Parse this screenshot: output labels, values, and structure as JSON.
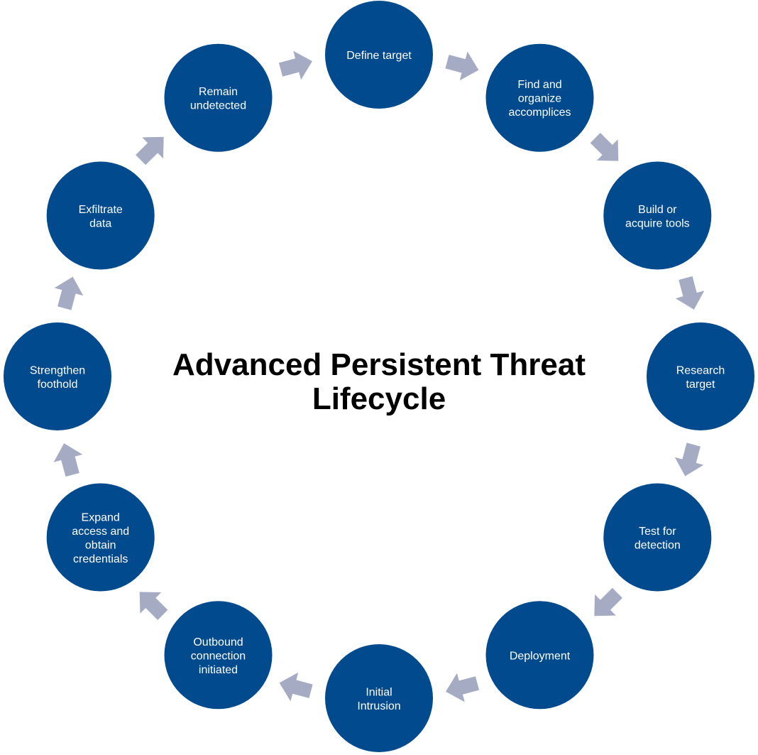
{
  "title": {
    "line1": "Advanced Persistent Threat",
    "line2": "Lifecycle"
  },
  "colors": {
    "node_fill": "#004a8d",
    "node_text": "#ffffff",
    "arrow": "#a5abc2",
    "title": "#000000"
  },
  "steps": [
    {
      "id": "define-target",
      "lines": [
        "Define target"
      ]
    },
    {
      "id": "find-accomplices",
      "lines": [
        "Find and",
        "organize",
        "accomplices"
      ]
    },
    {
      "id": "build-tools",
      "lines": [
        "Build or",
        "acquire tools"
      ]
    },
    {
      "id": "research-target",
      "lines": [
        "Research",
        "target"
      ]
    },
    {
      "id": "test-detection",
      "lines": [
        "Test for",
        "detection"
      ]
    },
    {
      "id": "deployment",
      "lines": [
        "Deployment"
      ]
    },
    {
      "id": "initial-intrusion",
      "lines": [
        "Initial",
        "Intrusion"
      ]
    },
    {
      "id": "outbound-connection",
      "lines": [
        "Outbound",
        "connection",
        "initiated"
      ]
    },
    {
      "id": "expand-access",
      "lines": [
        "Expand",
        "access and",
        "obtain",
        "credentials"
      ]
    },
    {
      "id": "strengthen-foothold",
      "lines": [
        "Strengthen",
        "foothold"
      ]
    },
    {
      "id": "exfiltrate-data",
      "lines": [
        "Exfiltrate",
        "data"
      ]
    },
    {
      "id": "remain-undetected",
      "lines": [
        "Remain",
        "undetected"
      ]
    }
  ]
}
